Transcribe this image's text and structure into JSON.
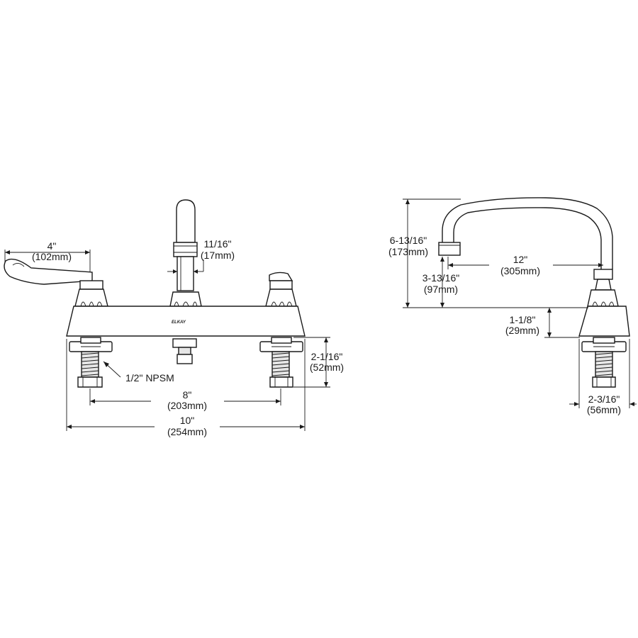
{
  "brand": "ELKAY",
  "front_view": {
    "handle_width": {
      "inch": "4\"",
      "mm": "(102mm)"
    },
    "spout_base": {
      "inch": "11/16\"",
      "mm": "(17mm)"
    },
    "shank_height": {
      "inch": "2-1/16\"",
      "mm": "(52mm)"
    },
    "thread": "1/2\" NPSM",
    "centers": {
      "inch": "8\"",
      "mm": "(203mm)"
    },
    "overall_width": {
      "inch": "10\"",
      "mm": "(254mm)"
    }
  },
  "side_view": {
    "spout_height": {
      "inch": "6-13/16\"",
      "mm": "(173mm)"
    },
    "spout_reach": {
      "inch": "12\"",
      "mm": "(305mm)"
    },
    "spout_clearance": {
      "inch": "3-13/16\"",
      "mm": "(97mm)"
    },
    "deck_height": {
      "inch": "1-1/8\"",
      "mm": "(29mm)"
    },
    "base_depth": {
      "inch": "2-3/16\"",
      "mm": "(56mm)"
    }
  }
}
